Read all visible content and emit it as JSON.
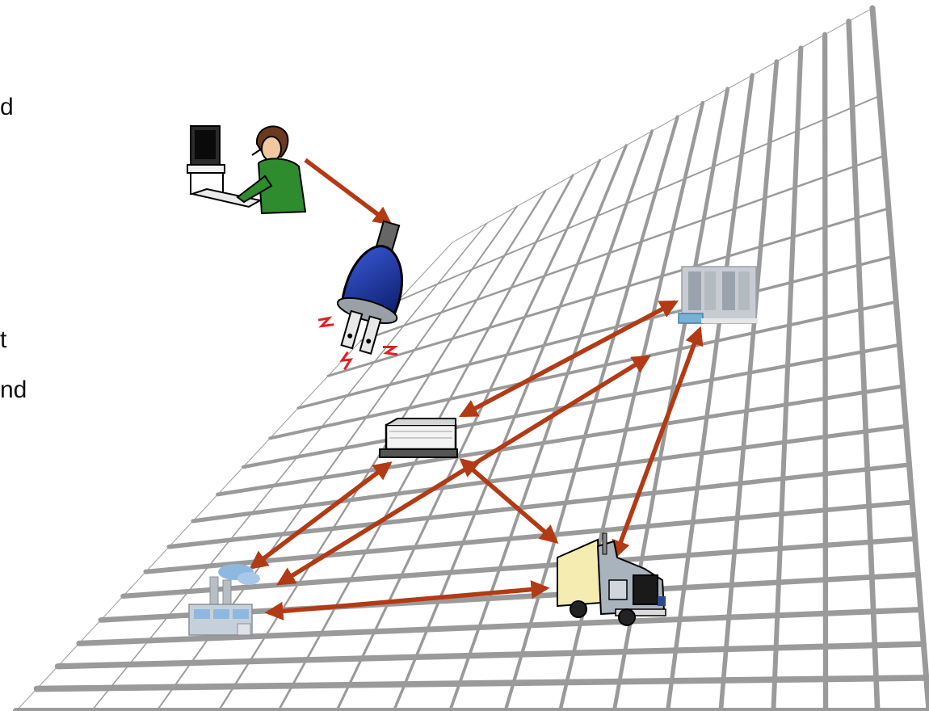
{
  "text_fragments": [
    "d",
    "t",
    "nd"
  ],
  "colors": {
    "grid": "#9a9a9a",
    "arrow": "#b23a14",
    "plug_body": "#1e3aa8",
    "plug_dark": "#0c1e6b",
    "spark": "#e02020",
    "shirt": "#2e8b2e",
    "truck_cab": "#a9b3bd",
    "truck_box": "#f4ecb0",
    "building": "#c8ccd2",
    "factory_smoke": "#8fb8e0"
  },
  "icons": [
    {
      "name": "computer-operator-icon",
      "depicts": "person-at-computer"
    },
    {
      "name": "power-plug-icon",
      "depicts": "electric-plug"
    },
    {
      "name": "office-building-icon",
      "depicts": "building"
    },
    {
      "name": "warehouse-hub-icon",
      "depicts": "central-hub"
    },
    {
      "name": "factory-icon",
      "depicts": "factory"
    },
    {
      "name": "truck-icon",
      "depicts": "semi-truck"
    }
  ],
  "connections": [
    {
      "from": "computer-operator-icon",
      "to": "power-plug-icon",
      "direction": "one-way"
    },
    {
      "from": "warehouse-hub-icon",
      "to": "office-building-icon",
      "direction": "two-way"
    },
    {
      "from": "factory-icon",
      "to": "office-building-icon",
      "direction": "two-way"
    },
    {
      "from": "warehouse-hub-icon",
      "to": "factory-icon",
      "direction": "two-way"
    },
    {
      "from": "warehouse-hub-icon",
      "to": "truck-icon",
      "direction": "two-way"
    },
    {
      "from": "truck-icon",
      "to": "office-building-icon",
      "direction": "two-way"
    },
    {
      "from": "factory-icon",
      "to": "truck-icon",
      "direction": "two-way"
    }
  ]
}
